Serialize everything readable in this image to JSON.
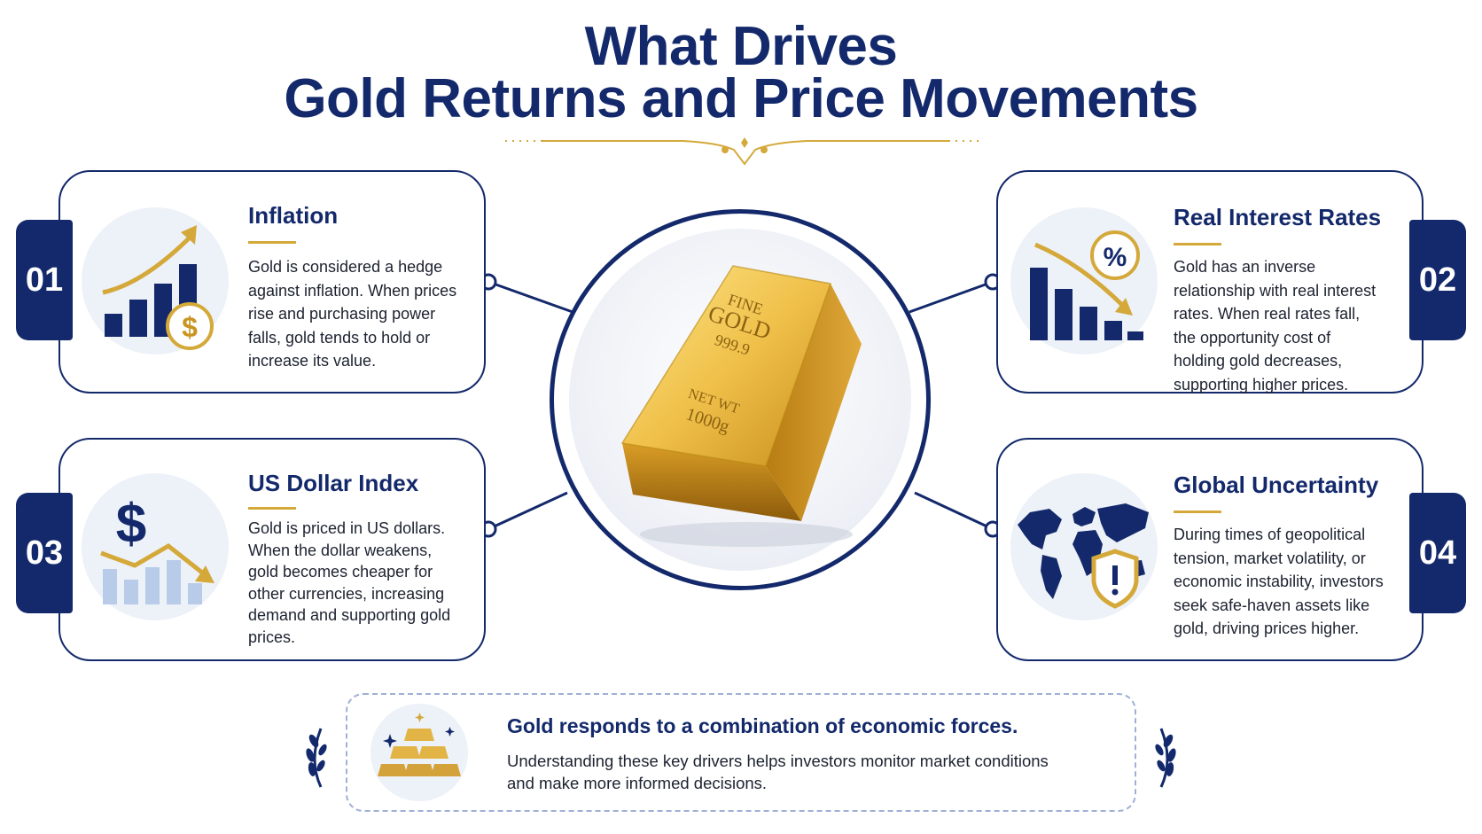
{
  "header": {
    "title_line1": "What Drives",
    "title_line2": "Gold Returns and Price Movements"
  },
  "center": {
    "bar_text_line1": "FINE",
    "bar_text_line2": "GOLD",
    "bar_text_line3": "999.9",
    "bar_text_line4": "NET WT",
    "bar_text_line5": "1000g"
  },
  "drivers": [
    {
      "number": "01",
      "title": "Inflation",
      "icon": "rising-chart-dollar-icon",
      "body": "Gold is considered a hedge against inflation. When prices rise and purchasing power falls, gold tends to hold or increase its value."
    },
    {
      "number": "02",
      "title": "Real Interest Rates",
      "icon": "falling-chart-percent-icon",
      "body": "Gold has an inverse relationship with real interest rates. When real rates fall, the opportunity cost of holding gold decreases, supporting higher prices."
    },
    {
      "number": "03",
      "title": "US Dollar Index",
      "icon": "dollar-decline-chart-icon",
      "body": "Gold is priced in US dollars. When the dollar weakens, gold becomes cheaper for other currencies, increasing demand and supporting gold prices."
    },
    {
      "number": "04",
      "title": "Global Uncertainty",
      "icon": "world-map-shield-icon",
      "body": "During times of geopolitical tension, market volatility, or economic instability, investors seek safe-haven assets like gold, driving prices higher."
    }
  ],
  "summary": {
    "title": "Gold responds to a combination of economic forces.",
    "body": "Understanding these key drivers helps investors monitor market conditions and make more informed decisions.",
    "icon": "gold-bars-stack-icon"
  },
  "colors": {
    "navy": "#13296b",
    "gold": "#d4a93a",
    "light_blue": "#edf1f8"
  }
}
